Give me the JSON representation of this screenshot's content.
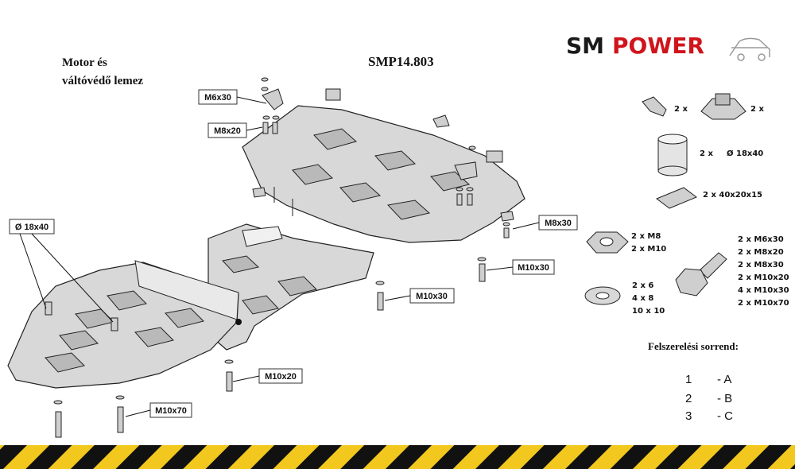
{
  "brand": {
    "logo_part1": "SM",
    "logo_part2": "POWER",
    "accent_color": "#d0141c"
  },
  "title": {
    "line1": "Motor és",
    "line2": "váltóvédő lemez"
  },
  "product_code": "SMP14.803",
  "callouts": {
    "m6x30": "M6x30",
    "m8x20": "M8x20",
    "m8x30": "M8x30",
    "m10x30_a": "M10x30",
    "m10x30_b": "M10x30",
    "m10x20": "M10x20",
    "m10x70": "M10x70",
    "spacer": "Ø 18x40"
  },
  "legend": {
    "bracket_qty": "2 x",
    "cage_nut_qty": "2 x",
    "spacer_qty": "2 x",
    "spacer_size": "Ø 18x40",
    "block": "2 x  40x20x15",
    "nuts": [
      "2 x M8",
      "2 x M10"
    ],
    "washers": [
      "2  x  6",
      "4  x  8",
      "10 x  10"
    ],
    "bolts": [
      "2 x  M6x30",
      "2 x  M8x20",
      "2 x M8x30",
      "2 x M10x20",
      "4 x M10x30",
      "2 x M10x70"
    ]
  },
  "sequence": {
    "heading": "Felszerelési sorrend:",
    "rows": [
      {
        "num": "1",
        "letter": "- A"
      },
      {
        "num": "2",
        "letter": "- B"
      },
      {
        "num": "3",
        "letter": "- C"
      }
    ]
  },
  "colors": {
    "hazard_yellow": "#f2c81e",
    "hazard_black": "#111111"
  }
}
